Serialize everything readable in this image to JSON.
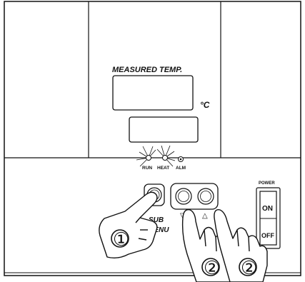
{
  "display": {
    "title": "MEASURED  TEMP.",
    "unit": "°C"
  },
  "indicators": [
    {
      "label": "RUN",
      "lit": true
    },
    {
      "label": "HEAT",
      "lit": true
    },
    {
      "label": "ALM",
      "lit": false
    }
  ],
  "keys": {
    "sub_menu_label_line1": "SUB",
    "sub_menu_label_line2": "MENU",
    "down_symbol": "▽",
    "up_symbol": "△"
  },
  "power_switch": {
    "title": "POWER",
    "on_label": "ON",
    "off_label": "OFF"
  },
  "steps": [
    {
      "number": "①",
      "target": "sub-menu-key"
    },
    {
      "number": "②",
      "target": "down-key"
    },
    {
      "number": "②",
      "target": "up-key"
    }
  ],
  "colors": {
    "line": "#111111",
    "background": "#ffffff"
  }
}
